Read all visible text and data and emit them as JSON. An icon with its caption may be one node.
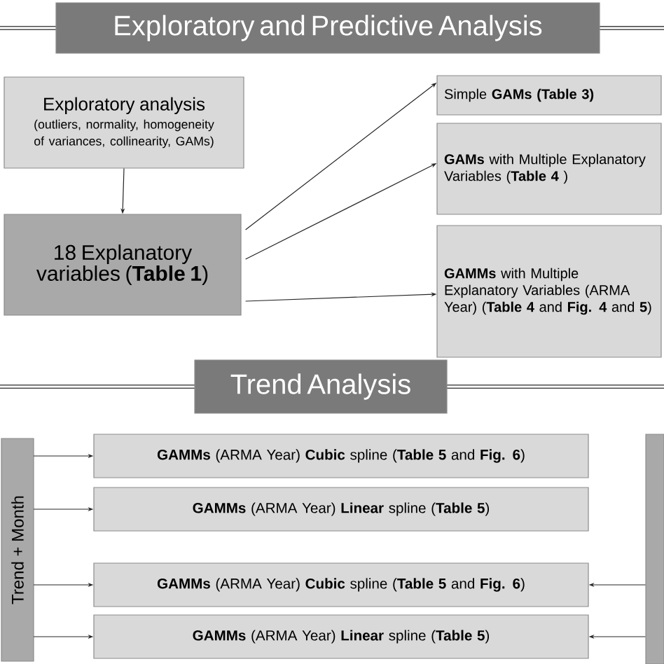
{
  "diagram": {
    "nodes": [
      {
        "text": [
          "Exploratory and Predictive Analysis"
        ]
      },
      {
        "text": [
          "Exploratory analysis",
          "(outliers, normality, homogeneity of variances, collinearity, GAMs)"
        ]
      },
      {
        "text": [
          "18 Explanatory variables (**Table 1**)"
        ]
      },
      {
        "text": [
          "Simple **GAMs (Table 3)**"
        ]
      },
      {
        "text": [
          "**GAMs** with Multiple Explanatory Variables (**Table 4** )"
        ]
      },
      {
        "text": [
          "**GAMMs** with Multiple Explanatory Variables (ARMA Year) (**Table 4** and **Fig. 4** and **5**)"
        ]
      },
      {
        "text": [
          "Trend Analysis"
        ]
      },
      {
        "text": [
          "Trend + Month"
        ]
      },
      {
        "text": [
          "**GAMMs** (ARMA Year) **Cubic** spline (**Table 5** and **Fig. 6**)"
        ]
      },
      {
        "text": [
          "**GAMMs** (ARMA Year) **Linear** spline (**Table 5**)"
        ]
      },
      {
        "text": [
          "**GAMMs** (ARMA Year) **Cubic** spline (**Table 5** and **Fig. 6**)"
        ]
      },
      {
        "text": [
          "**GAMMs** (ARMA Year) **Linear** spline (**Table 5**)"
        ]
      },
      {
        "text": [],
        "shape": "bar"
      }
    ],
    "edges": [
      {
        "from": 1,
        "to": 2,
        "arrow": "to"
      },
      {
        "from": 2,
        "to": 3,
        "arrow": "to"
      },
      {
        "from": 2,
        "to": 4,
        "arrow": "to"
      },
      {
        "from": 2,
        "to": 5,
        "arrow": "to"
      },
      {
        "from": 7,
        "to": 8,
        "arrow": "to"
      },
      {
        "from": 7,
        "to": 9,
        "arrow": "to"
      },
      {
        "from": 7,
        "to": 10,
        "arrow": "to"
      },
      {
        "from": 7,
        "to": 11,
        "arrow": "to"
      },
      {
        "from": 12,
        "to": 10,
        "arrow": "to"
      },
      {
        "from": 12,
        "to": 11,
        "arrow": "to"
      }
    ]
  }
}
